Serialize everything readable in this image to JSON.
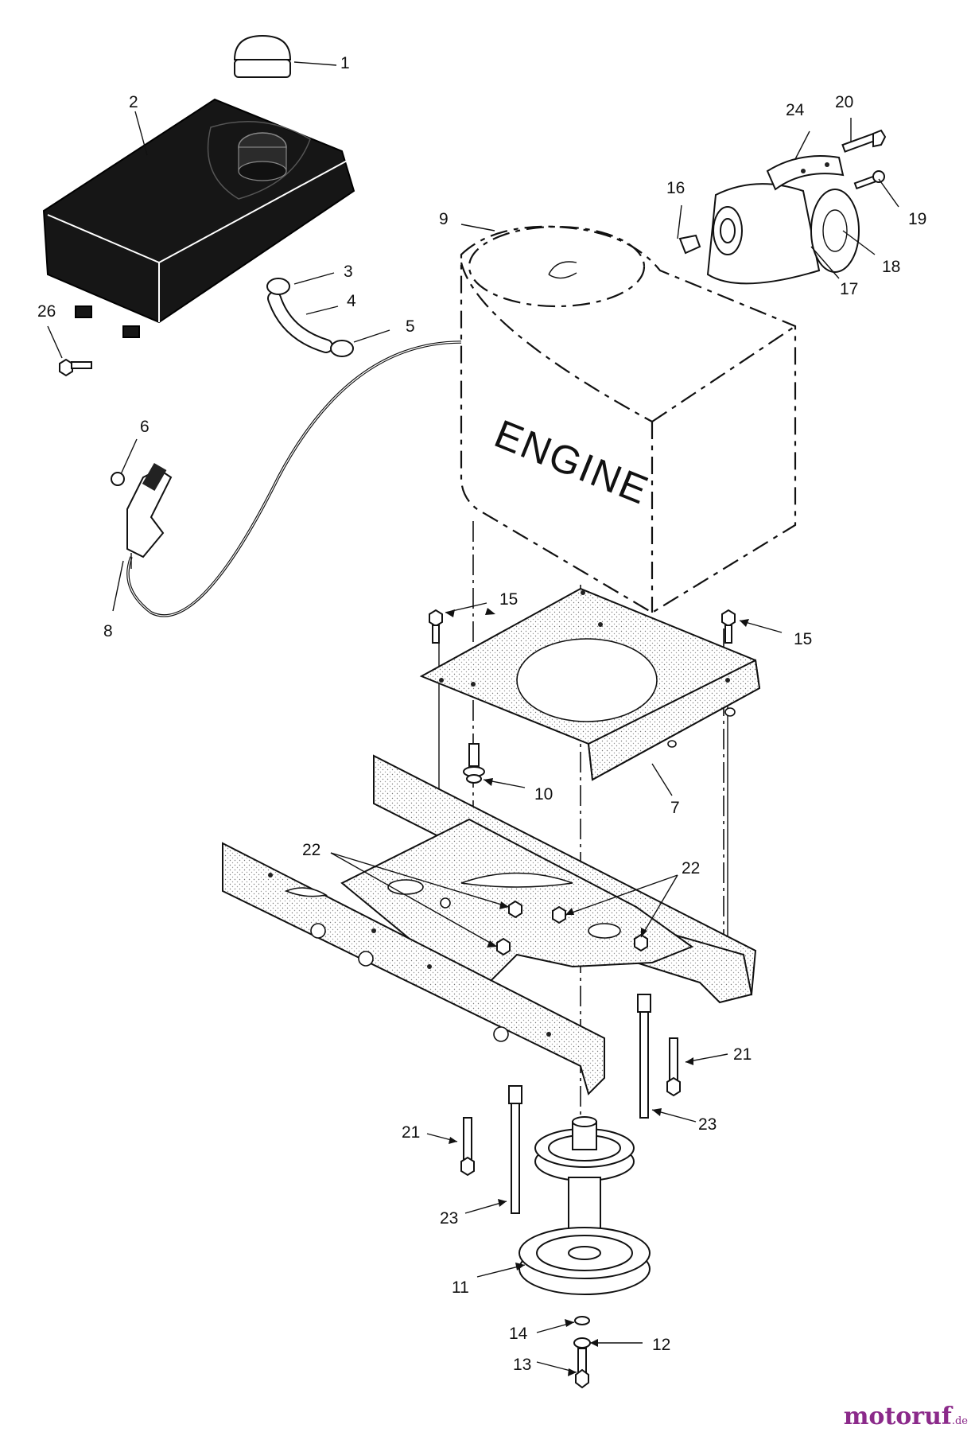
{
  "diagram": {
    "engine_label": "ENGINE",
    "callouts": [
      {
        "id": "1",
        "text": "1"
      },
      {
        "id": "2",
        "text": "2"
      },
      {
        "id": "3",
        "text": "3"
      },
      {
        "id": "4",
        "text": "4"
      },
      {
        "id": "5",
        "text": "5"
      },
      {
        "id": "6",
        "text": "6"
      },
      {
        "id": "7",
        "text": "7"
      },
      {
        "id": "8",
        "text": "8"
      },
      {
        "id": "9",
        "text": "9"
      },
      {
        "id": "10",
        "text": "10"
      },
      {
        "id": "11",
        "text": "11"
      },
      {
        "id": "12",
        "text": "12"
      },
      {
        "id": "13",
        "text": "13"
      },
      {
        "id": "14",
        "text": "14"
      },
      {
        "id": "15a",
        "text": "15"
      },
      {
        "id": "15b",
        "text": "15"
      },
      {
        "id": "16",
        "text": "16"
      },
      {
        "id": "17",
        "text": "17"
      },
      {
        "id": "18",
        "text": "18"
      },
      {
        "id": "19",
        "text": "19"
      },
      {
        "id": "20",
        "text": "20"
      },
      {
        "id": "21a",
        "text": "21"
      },
      {
        "id": "21b",
        "text": "21"
      },
      {
        "id": "22a",
        "text": "22"
      },
      {
        "id": "22b",
        "text": "22"
      },
      {
        "id": "23a",
        "text": "23"
      },
      {
        "id": "23b",
        "text": "23"
      },
      {
        "id": "24",
        "text": "24"
      },
      {
        "id": "26",
        "text": "26"
      }
    ]
  },
  "watermark": {
    "brand": "motoruf",
    "suffix": ".de"
  }
}
